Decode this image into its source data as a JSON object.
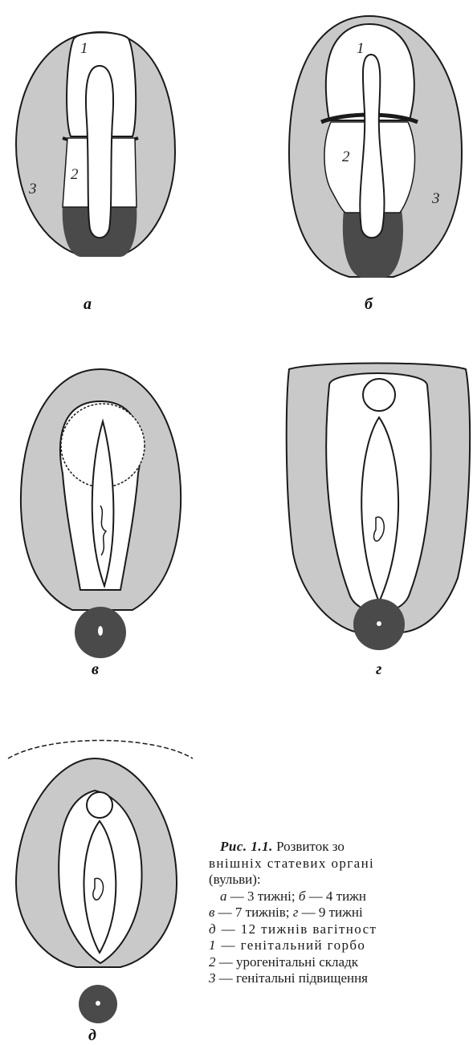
{
  "figure": {
    "panels": [
      {
        "key": "a",
        "label": "а",
        "numbers": [
          "1",
          "2",
          "3"
        ]
      },
      {
        "key": "b",
        "label": "б",
        "numbers": [
          "1",
          "2",
          "3"
        ]
      },
      {
        "key": "v",
        "label": "в",
        "numbers": []
      },
      {
        "key": "g",
        "label": "г",
        "numbers": []
      },
      {
        "key": "d",
        "label": "д",
        "numbers": []
      }
    ],
    "colors": {
      "genital_swelling": "#c9c9c9",
      "dark_area": "#4a4a4a",
      "outline": "#1a1a1a"
    }
  },
  "caption": {
    "title_lead": "Рис. 1.1.",
    "title_rest": "Розвиток зо",
    "line2": "внішніх статевих органі",
    "line3": "(вульви):",
    "line4_a": "а",
    "line4_a_text": " — 3 тижні; ",
    "line4_b": "б",
    "line4_b_text": " — 4 тижн",
    "line5_v": "в",
    "line5_v_text": " — 7 тижнів; ",
    "line5_g": "г",
    "line5_g_text": " — 9 тижні",
    "line6_d": "д",
    "line6_d_text": " — 12 тижнів вагітност",
    "line7_n": "1",
    "line7_text": " — генітальний горбо",
    "line8_n": "2",
    "line8_text": " — урогенітальні складк",
    "line9_n": "3",
    "line9_text": " — генітальні підвищення"
  }
}
